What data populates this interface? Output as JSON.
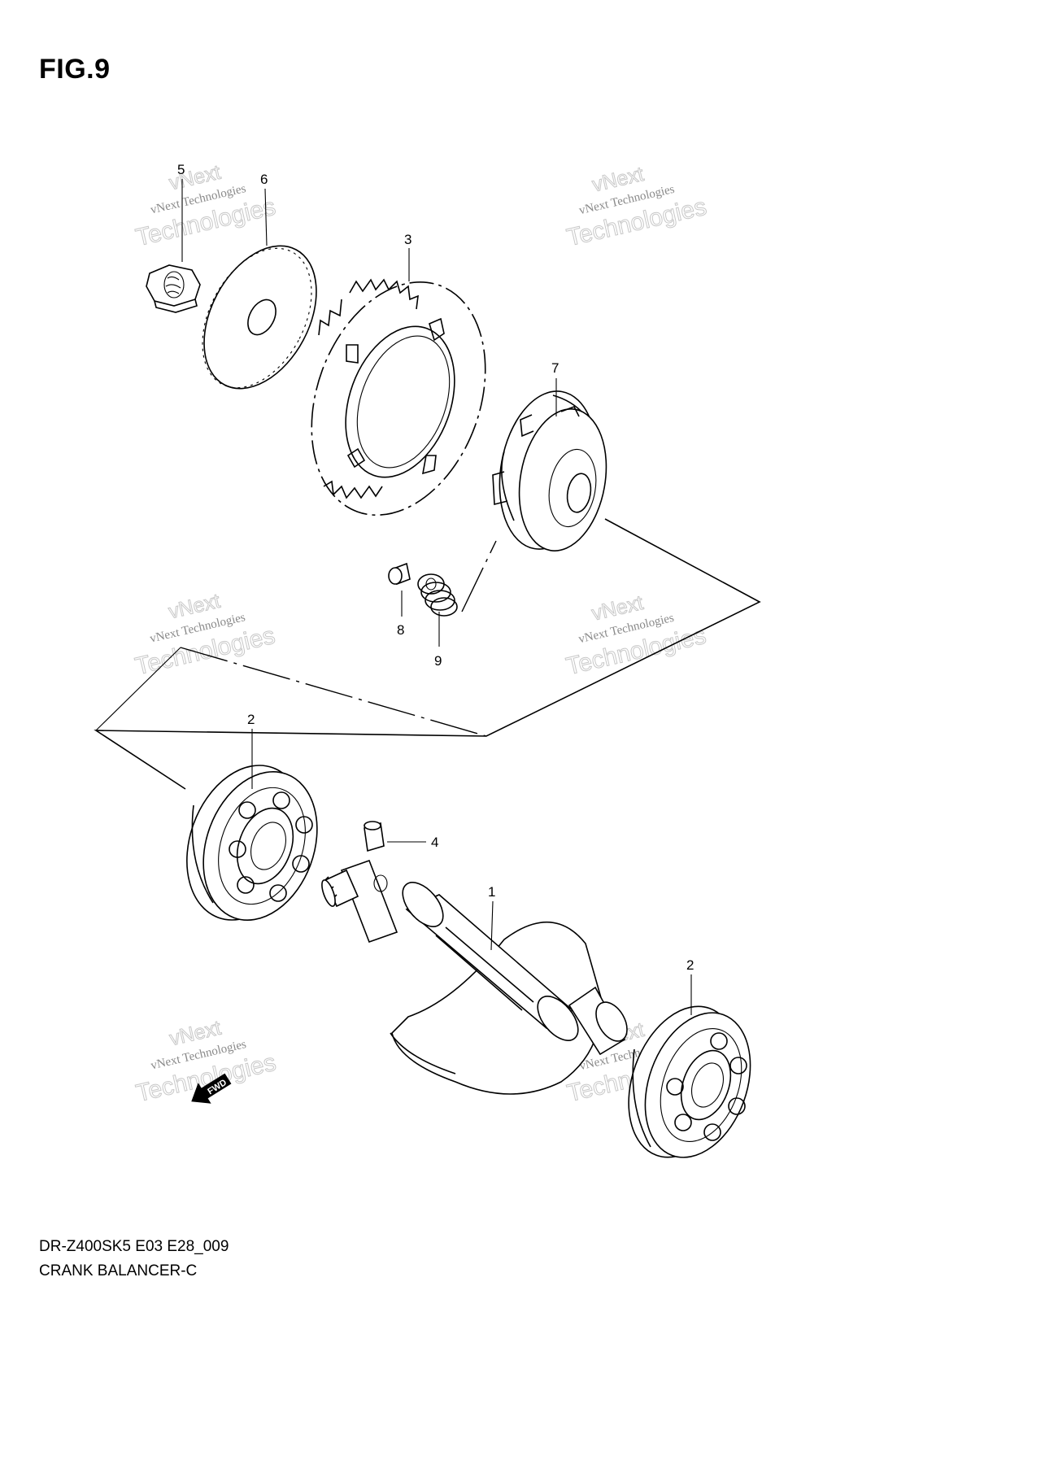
{
  "figure": {
    "title": "FIG.9"
  },
  "callouts": [
    {
      "id": "c5",
      "label": "5"
    },
    {
      "id": "c6",
      "label": "6"
    },
    {
      "id": "c3",
      "label": "3"
    },
    {
      "id": "c7",
      "label": "7"
    },
    {
      "id": "c8",
      "label": "8"
    },
    {
      "id": "c9",
      "label": "9"
    },
    {
      "id": "c2a",
      "label": "2"
    },
    {
      "id": "c4",
      "label": "4"
    },
    {
      "id": "c1",
      "label": "1"
    },
    {
      "id": "c2b",
      "label": "2"
    }
  ],
  "watermark": {
    "line1": "vNext",
    "line2": "vNext Technologies",
    "line3": "Technologies"
  },
  "fwd_label": "FWD",
  "caption": {
    "code": "DR-Z400SK5 E03 E28_009",
    "name": "CRANK BALANCER-C"
  }
}
